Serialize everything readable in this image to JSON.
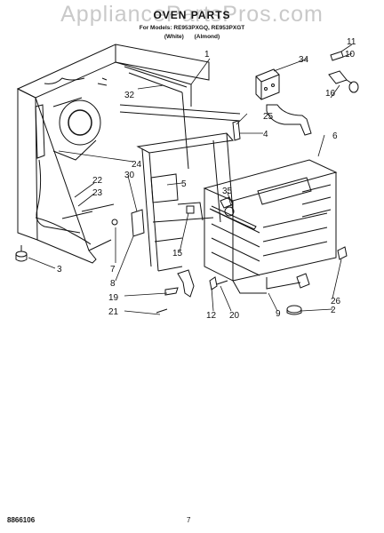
{
  "header": {
    "watermark": "AppliancePartsPros.com",
    "title": "OVEN PARTS",
    "models": "For Models: RE953PXGQ, RE953PXGT",
    "colors": "(White)  (Almond)"
  },
  "callouts": [
    "1",
    "2",
    "3",
    "4",
    "5",
    "6",
    "7",
    "8",
    "9",
    "10",
    "11",
    "12",
    "15",
    "16",
    "19",
    "20",
    "21",
    "22",
    "23",
    "24",
    "25",
    "26",
    "30",
    "32",
    "34",
    "35"
  ],
  "footer": {
    "doc_number": "8866106",
    "page_number": "7"
  }
}
